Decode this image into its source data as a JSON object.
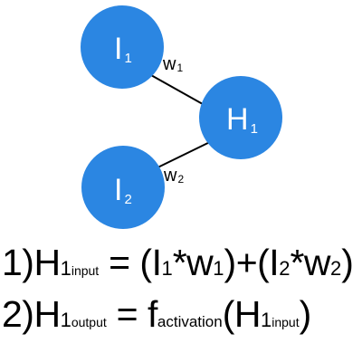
{
  "colors": {
    "node_fill": "#2b86e2",
    "edge": "#000000",
    "text": "#000000",
    "node_text": "#ffffff"
  },
  "nodes": [
    {
      "label": "I",
      "sub": "1"
    },
    {
      "label": "H",
      "sub": "1"
    },
    {
      "label": "I",
      "sub": "2"
    }
  ],
  "edges": [
    {
      "label": "w",
      "sub": "1"
    },
    {
      "label": "w",
      "sub": "2"
    }
  ],
  "equations": {
    "eq1": {
      "prefix": "1)H",
      "sub1": "1",
      "sub2": "input",
      "rhs_a": " = (I",
      "rhs_a_sub": "1",
      "rhs_b": "*w",
      "rhs_b_sub": "1",
      "rhs_c": ")+(I",
      "rhs_c_sub": "2",
      "rhs_d": "*w",
      "rhs_d_sub": "2",
      "rhs_e": ")"
    },
    "eq2": {
      "prefix": "2)H",
      "sub1": "1",
      "sub2": "output",
      "mid": " = f",
      "mid_sub": "activation",
      "paren_open": "(H",
      "inner_sub1": "1",
      "inner_sub2": "input",
      "paren_close": ")"
    }
  }
}
